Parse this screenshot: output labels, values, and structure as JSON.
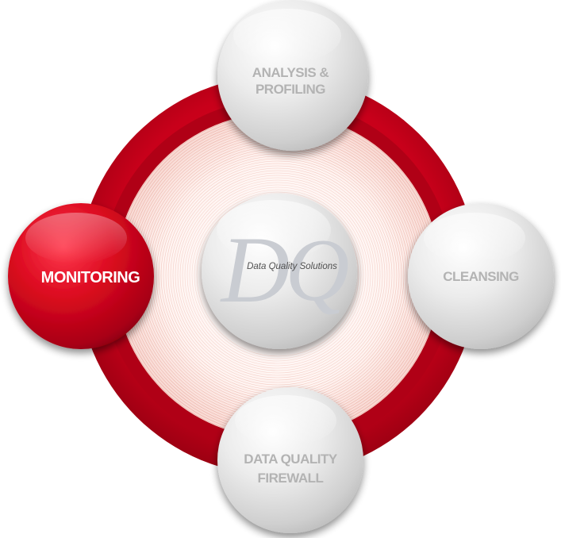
{
  "center": {
    "monogram_d": "D",
    "monogram_q": "Q",
    "tagline": "Data Quality Solutions"
  },
  "nodes": {
    "top": {
      "line1": "ANALYSIS &",
      "line2": "PROFILING"
    },
    "right": {
      "line1": "CLEANSING"
    },
    "bottom": {
      "line1": "DATA QUALITY",
      "line2": "FIREWALL"
    },
    "left": {
      "line1": "MONITORING",
      "active": true
    }
  },
  "colors": {
    "ring": "#d0021b",
    "ring_dark": "#a30014",
    "active_node": "#d50b1f",
    "node_grey": "#e4e4e4",
    "label_grey": "#b3b3b3"
  }
}
